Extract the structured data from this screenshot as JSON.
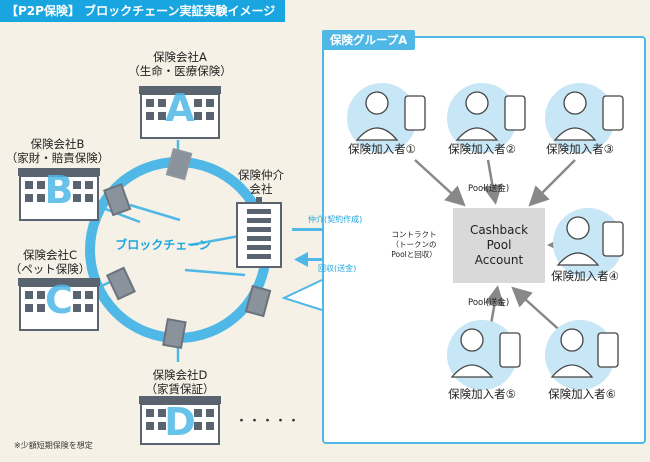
{
  "title": "【P2P保険】 ブロックチェーン実証実験イメージ",
  "companies": {
    "a_name": "保険会社A",
    "a_type": "（生命・医療保険）",
    "a_letter": "A",
    "b_name": "保険会社B",
    "b_type": "（家財・賠責保険）",
    "b_letter": "B",
    "c_name": "保険会社C",
    "c_type": "（ペット保険）",
    "c_letter": "C",
    "d_name": "保険会社D",
    "d_type": "（家賃保証）",
    "d_letter": "D",
    "more": "・・・・・"
  },
  "blockchain_label": "ブロックチェーン",
  "broker": {
    "line1": "保険仲介",
    "line2": "会社"
  },
  "arrows": {
    "create_contract": "仲介(契約作成)",
    "collect": "回収(送金)"
  },
  "contract": {
    "line1": "コントラクト",
    "line2": "（トークンの",
    "line3": "Poolと回収）"
  },
  "group_title": "保険グループA",
  "pool": {
    "line1": "Cashback",
    "line2": "Pool",
    "line3": "Account"
  },
  "pool_labels": {
    "top": "Pool(送金)",
    "bottom": "Pool(送金)"
  },
  "members": [
    "保険加入者①",
    "保険加入者②",
    "保険加入者③",
    "保険加入者④",
    "保険加入者⑤",
    "保険加入者⑥"
  ],
  "footnote": "※少額短期保険を想定",
  "colors": {
    "accent": "#19a6e0",
    "ring": "#4fb8e6",
    "bubble": "#c7e6f6",
    "building": "#5a6470"
  }
}
